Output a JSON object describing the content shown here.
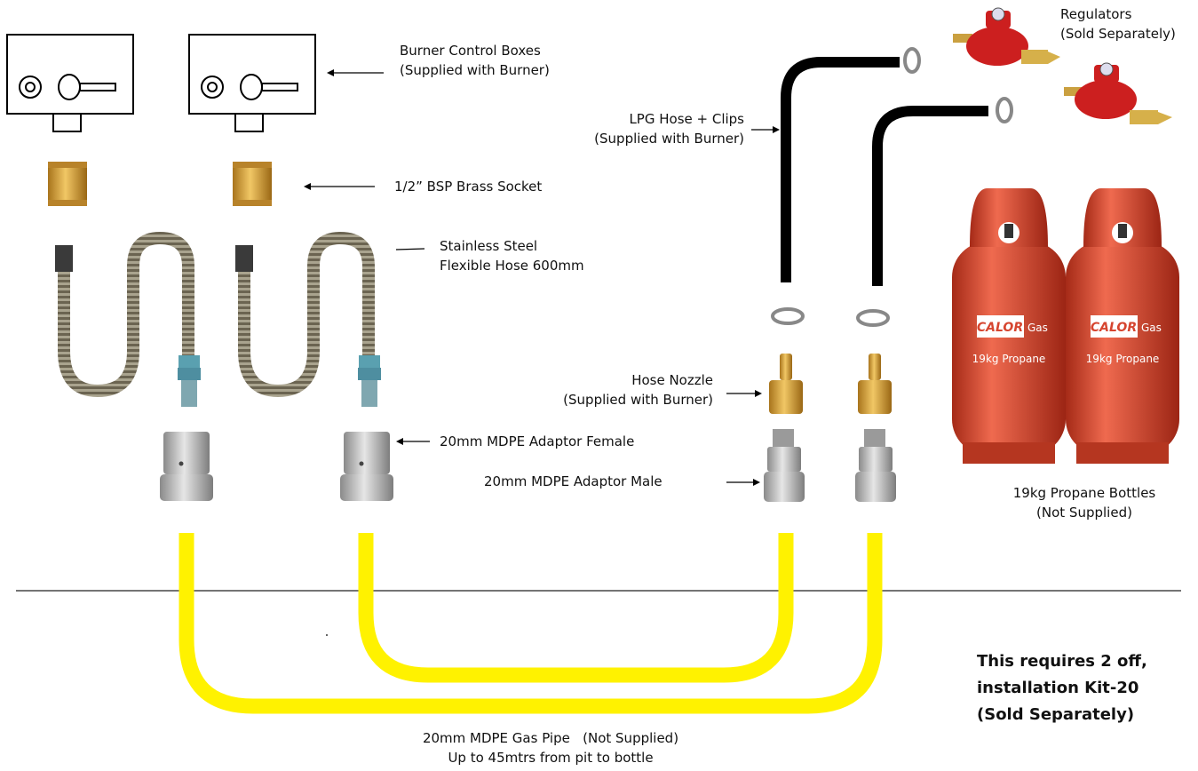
{
  "labels": {
    "control_boxes": [
      "Burner Control Boxes",
      "(Supplied with Burner)"
    ],
    "brass_socket": "1/2” BSP Brass Socket",
    "steel_hose": [
      "Stainless Steel",
      "Flexible Hose 600mm"
    ],
    "lpg_hose": [
      "LPG Hose + Clips",
      "(Supplied with Burner)"
    ],
    "regulators": [
      "Regulators",
      "(Sold Separately)"
    ],
    "hose_nozzle": [
      "Hose Nozzle",
      "(Supplied with Burner)"
    ],
    "adaptor_female": "20mm MDPE Adaptor Female",
    "adaptor_male": "20mm MDPE Adaptor Male",
    "bottles": [
      "19kg Propane Bottles",
      "(Not Supplied)"
    ],
    "gas_pipe": [
      "20mm MDPE Gas Pipe   (Not Supplied)",
      "Up to 45mtrs from pit to bottle"
    ],
    "note": [
      "This requires 2 off,",
      "installation Kit-20",
      "(Sold Separately)"
    ]
  },
  "bottle": {
    "brand": "CALOR",
    "brand_suffix": "Gas",
    "product": "19kg Propane"
  },
  "colors": {
    "pipe": "#fff200",
    "lpg_hose": "#000000",
    "brass": "#c9962e",
    "cylinder": "#d6452f",
    "regulator": "#cc1f1f"
  }
}
